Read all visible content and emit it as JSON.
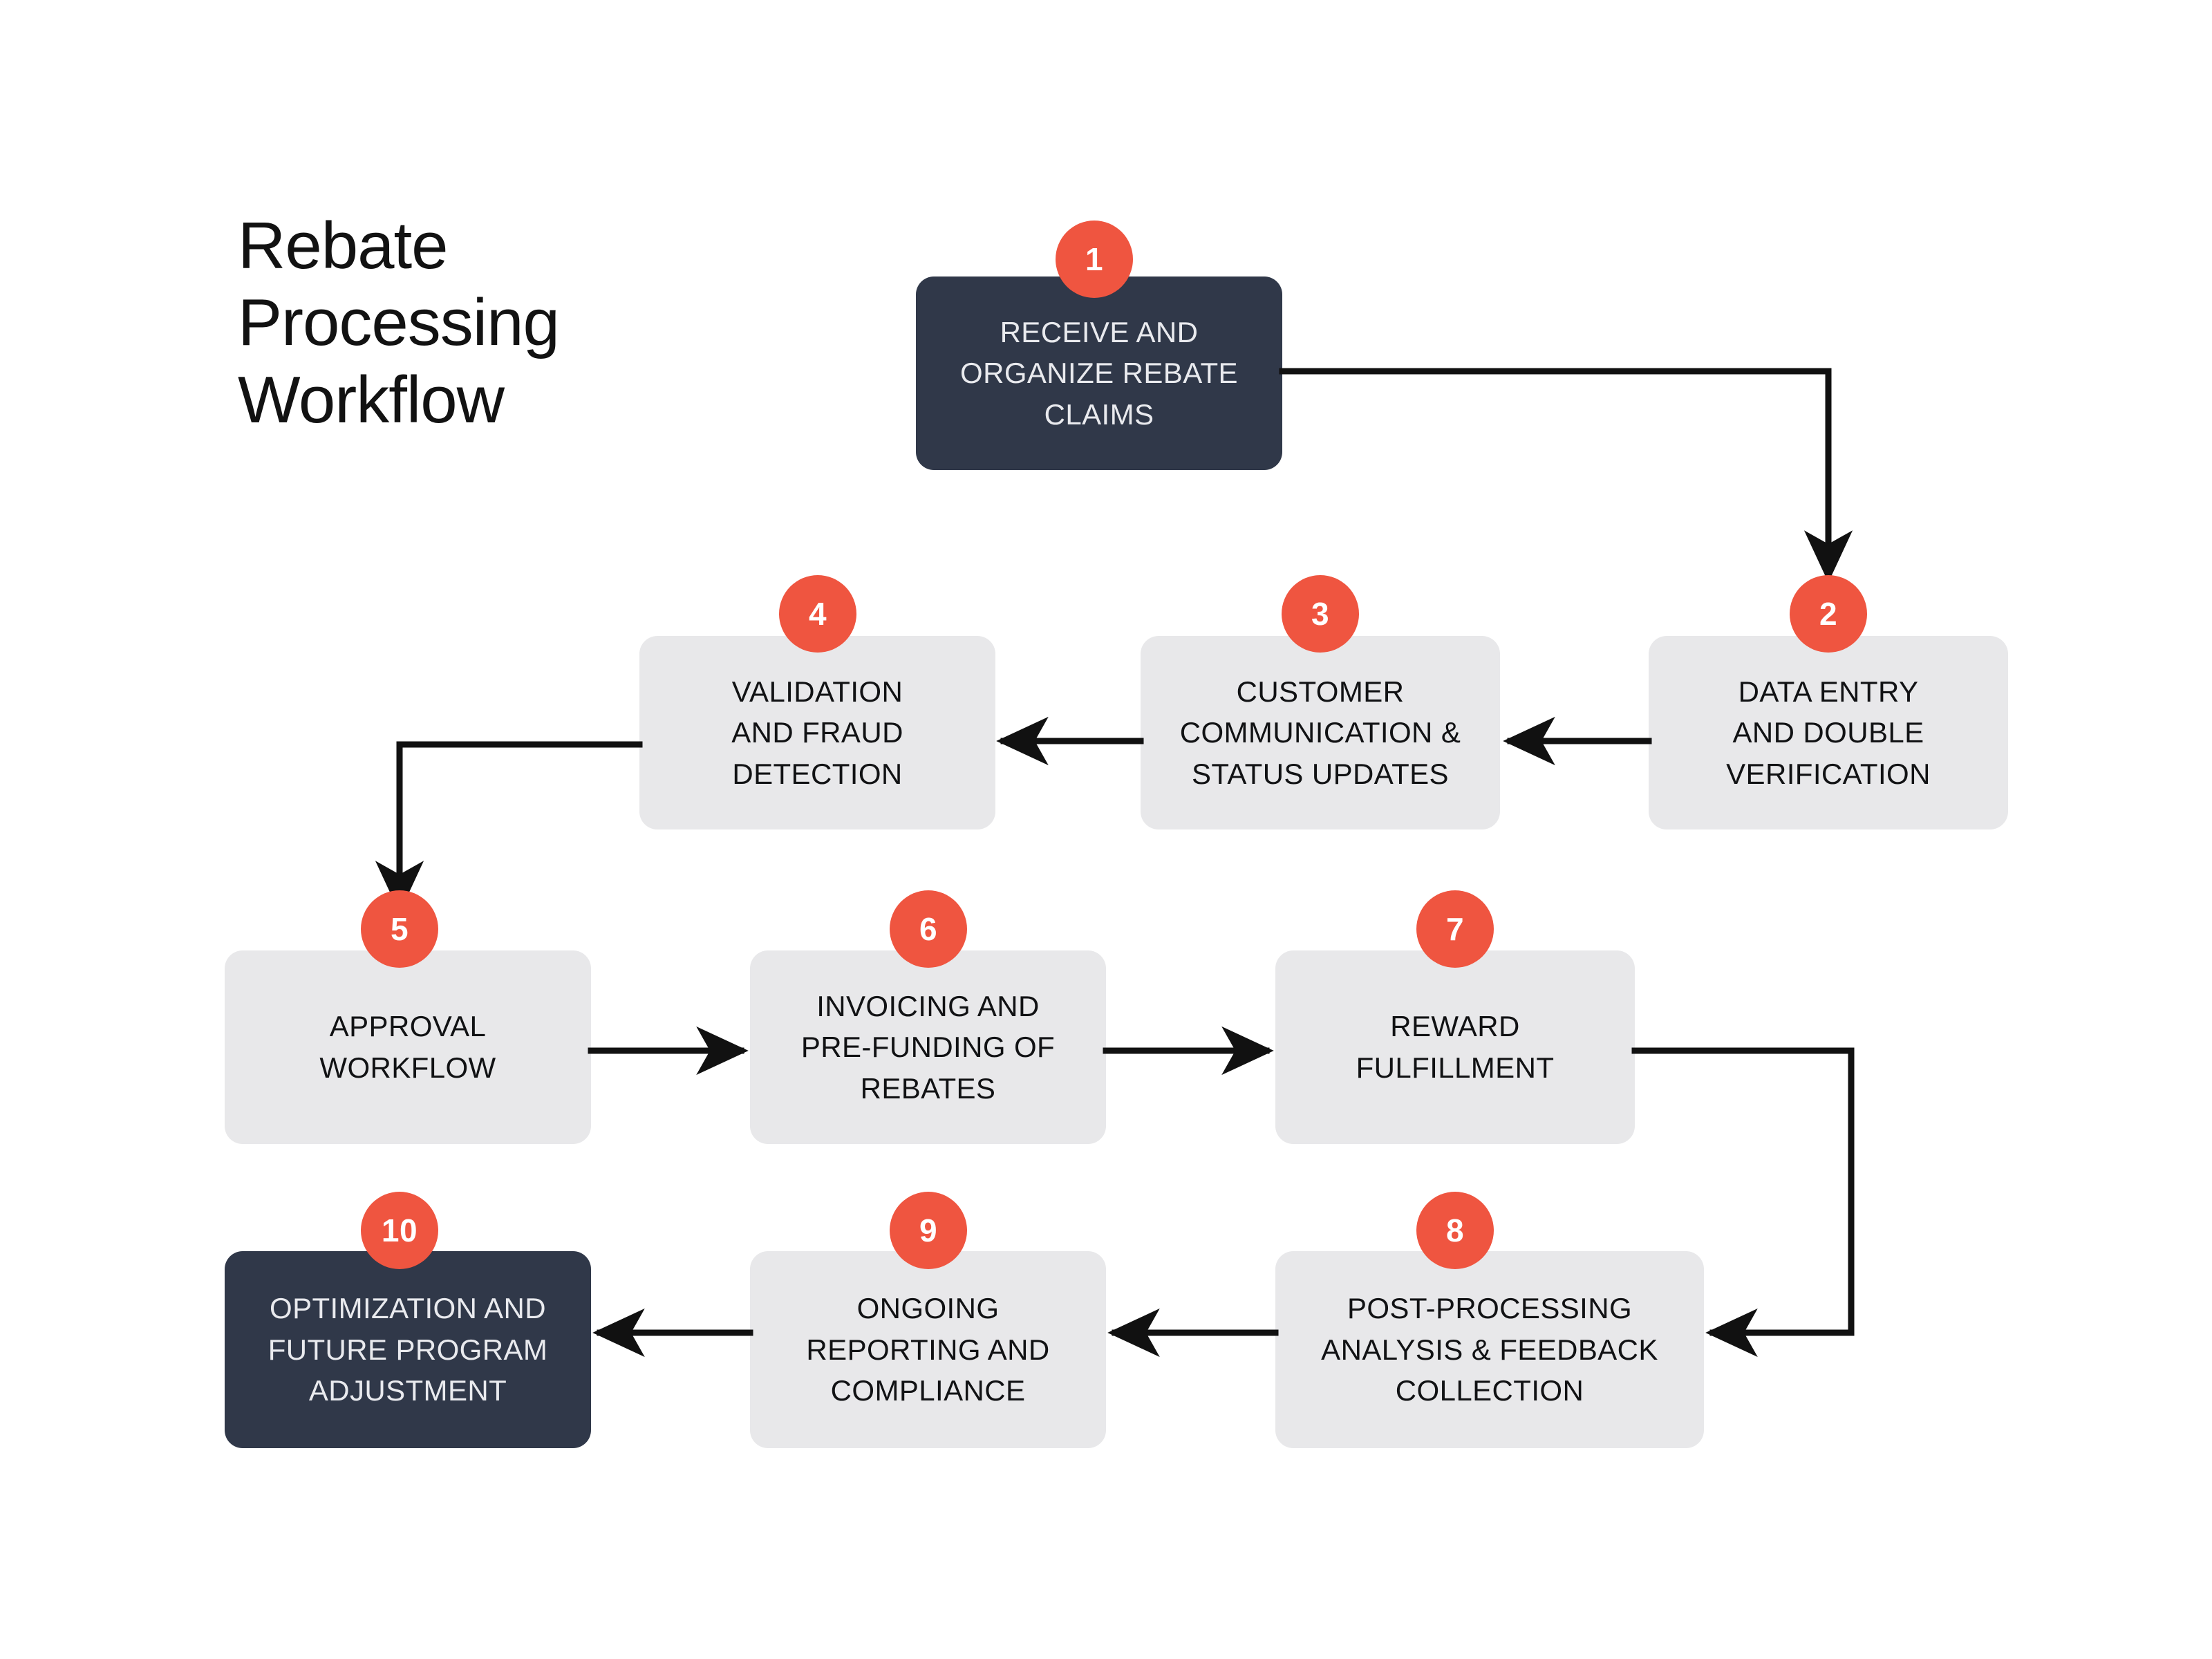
{
  "title": "Rebate\nProcessing\nWorkflow",
  "theme": {
    "background": "#ffffff",
    "accent": "#EF5540",
    "dark_node": "#303849",
    "light_node": "#E8E8EA",
    "connector": "#111111",
    "dark_text": "#E9EAEE",
    "light_text": "#111214"
  },
  "nodes": [
    {
      "number": "1",
      "label": "RECEIVE AND\nORGANIZE REBATE\nCLAIMS",
      "style": "dark"
    },
    {
      "number": "2",
      "label": "DATA ENTRY\nAND DOUBLE\nVERIFICATION",
      "style": "light"
    },
    {
      "number": "3",
      "label": "CUSTOMER\nCOMMUNICATION &\nSTATUS UPDATES",
      "style": "light"
    },
    {
      "number": "4",
      "label": "VALIDATION\nAND FRAUD\nDETECTION",
      "style": "light"
    },
    {
      "number": "5",
      "label": "APPROVAL\nWORKFLOW",
      "style": "light"
    },
    {
      "number": "6",
      "label": "INVOICING AND\nPRE-FUNDING OF\nREBATES",
      "style": "light"
    },
    {
      "number": "7",
      "label": "REWARD\nFULFILLMENT",
      "style": "light"
    },
    {
      "number": "8",
      "label": "POST-PROCESSING\nANALYSIS & FEEDBACK\nCOLLECTION",
      "style": "light"
    },
    {
      "number": "9",
      "label": "ONGOING\nREPORTING AND\nCOMPLIANCE",
      "style": "light"
    },
    {
      "number": "10",
      "label": "OPTIMIZATION AND\nFUTURE PROGRAM\nADJUSTMENT",
      "style": "dark"
    }
  ],
  "flow_order": [
    "1",
    "2",
    "3",
    "4",
    "5",
    "6",
    "7",
    "8",
    "9",
    "10"
  ]
}
